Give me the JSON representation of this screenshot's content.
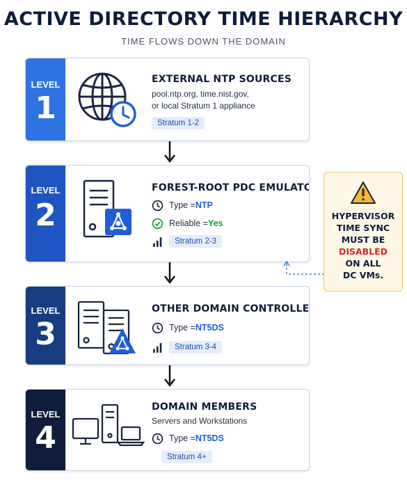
{
  "title": "ACTIVE DIRECTORY TIME HIERARCHY",
  "subtitle": "TIME FLOWS DOWN THE DOMAIN",
  "colors": {
    "level1": "#2f73e3",
    "level2": "#1f55c2",
    "level3": "#173c7f",
    "level4": "#0f1d3a",
    "accent_blue": "#1f5fd6",
    "success_green": "#1a9e3f",
    "warning_red": "#d62828",
    "warning_bg": "#fff8e6"
  },
  "levels": [
    {
      "label": "LEVEL",
      "number": "1",
      "title": "EXTERNAL NTP SOURCES",
      "desc_line1": "pool.ntp.org, time.nist.gov,",
      "desc_line2": "or local Stratum 1 appliance",
      "stratum": "Stratum 1-2",
      "icon": "globe-clock-icon"
    },
    {
      "label": "LEVEL",
      "number": "2",
      "title": "FOREST-ROOT PDC EMULATOR",
      "type_prefix": "Type = ",
      "type_value": "NTP",
      "reliable_prefix": "Reliable = ",
      "reliable_value": "Yes",
      "stratum": "Stratum 2-3",
      "icon": "server-ad-icon"
    },
    {
      "label": "LEVEL",
      "number": "3",
      "title": "OTHER DOMAIN CONTROLLERS",
      "type_prefix": "Type = ",
      "type_value": "NT5DS",
      "stratum": "Stratum 3-4",
      "icon": "servers-ad-icon"
    },
    {
      "label": "LEVEL",
      "number": "4",
      "title": "DOMAIN MEMBERS",
      "desc_line1": "Servers and Workstations",
      "type_prefix": "Type = ",
      "type_value": "NT5DS",
      "stratum": "Stratum 4+",
      "icon": "devices-icon"
    }
  ],
  "warning": {
    "line1": "HYPERVISOR",
    "line2": "TIME SYNC",
    "line3": "MUST BE",
    "line4": "DISABLED",
    "line5": "ON ALL",
    "line6": "DC VMs.",
    "icon": "warning-triangle-icon"
  }
}
